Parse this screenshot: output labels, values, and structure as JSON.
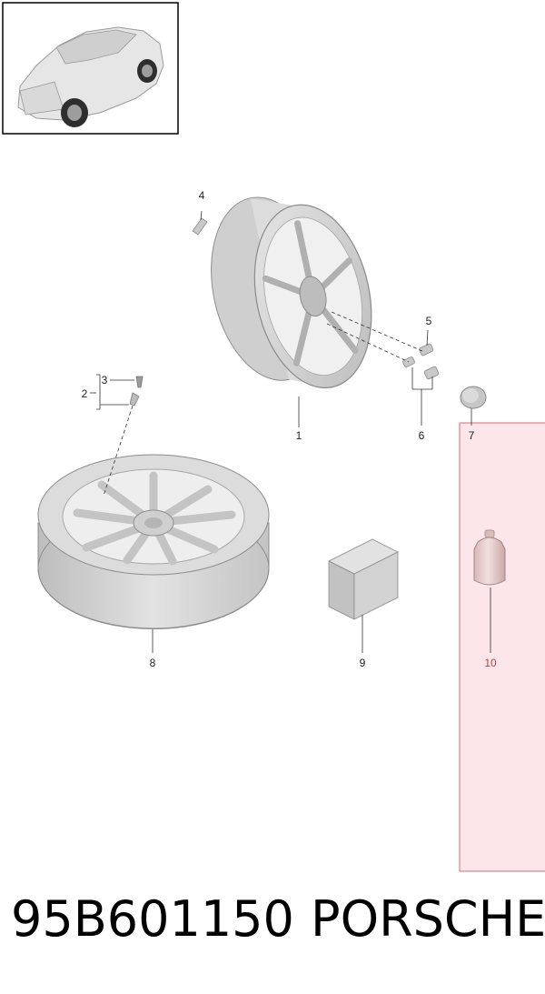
{
  "callouts": {
    "c1": "1",
    "c2": "2",
    "c3": "3",
    "c4": "4",
    "c5": "5",
    "c6": "6",
    "c7": "7",
    "c8": "8",
    "c9": "9",
    "c10": "10"
  },
  "footer": {
    "part_number": "95B601150",
    "brand": "PORSCHE"
  },
  "colors": {
    "highlight_fill": "#fde6ea",
    "highlight_border": "#e0808c",
    "part_gray": "#d2d2d2",
    "line": "#333333"
  }
}
